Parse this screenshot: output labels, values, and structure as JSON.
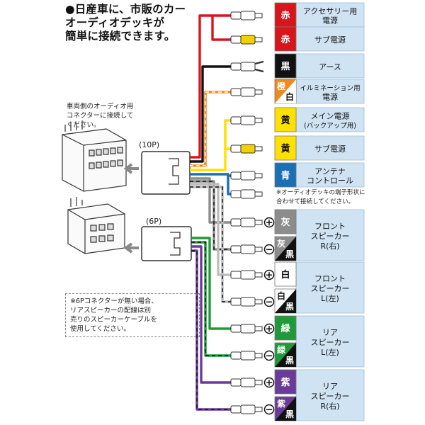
{
  "heading": {
    "lines": [
      "●日産車に、市販のカー",
      "オーディオデッキが",
      "簡単に接続できます。"
    ]
  },
  "vehicle_note": {
    "lines": [
      "車両側のオーディオ用",
      "コネクターに接続して",
      "ください。"
    ]
  },
  "connector_10p": {
    "label": "(10P)"
  },
  "connector_6p": {
    "label": "(6P)"
  },
  "rear_note": {
    "lines": [
      "※6Pコネクターが無い場合、",
      "リアスピーカーの配線は別",
      "売りのスピーカーケーブルを",
      "使用してください。"
    ]
  },
  "antenna_note": {
    "lines": [
      "※オーディオデッキの端子形状に",
      "合わせて接続してください。"
    ]
  },
  "wires": [
    {
      "color_label": "赤",
      "swatch": "#d7161b",
      "text": "#ffffff",
      "function": [
        "アクセサリー用",
        "電源"
      ]
    },
    {
      "color_label": "赤",
      "swatch": "#d7161b",
      "text": "#ffffff",
      "function": [
        "サブ電源"
      ]
    },
    {
      "color_label": "黒",
      "swatch": "#111111",
      "text": "#ffffff",
      "function": [
        "アース"
      ]
    },
    {
      "color_label_top": "橙",
      "color_label_bottom": "白",
      "swatch": "#f08a1c",
      "text": "#ffffff",
      "function": [
        "イルミネーション用",
        "電源"
      ]
    },
    {
      "color_label": "黄",
      "swatch": "#ffe100",
      "text": "#111111",
      "function": [
        "メイン電源",
        "(バックアップ用)"
      ]
    },
    {
      "color_label": "黄",
      "swatch": "#ffe100",
      "text": "#111111",
      "function": [
        "サブ電源"
      ]
    },
    {
      "color_label": "青",
      "swatch": "#1a6fb5",
      "text": "#ffffff",
      "function": [
        "アンテナ",
        "コントロール"
      ]
    },
    {
      "color_label": "灰",
      "swatch": "#8c8c8c",
      "text": "#ffffff",
      "function": []
    },
    {
      "color_label_top": "灰",
      "color_label_bottom": "黒",
      "swatch": "#8c8c8c",
      "text": "#ffffff",
      "function": []
    },
    {
      "color_label": "白",
      "swatch": "#ffffff",
      "text": "#111111",
      "function": []
    },
    {
      "color_label_top": "白",
      "color_label_bottom": "黒",
      "swatch": "#ffffff",
      "text": "#111111",
      "function": []
    },
    {
      "color_label": "緑",
      "swatch": "#1f9a3a",
      "text": "#ffffff",
      "function": []
    },
    {
      "color_label_top": "緑",
      "color_label_bottom": "黒",
      "swatch": "#1f9a3a",
      "text": "#ffffff",
      "function": []
    },
    {
      "color_label": "紫",
      "swatch": "#6a3c98",
      "text": "#ffffff",
      "function": []
    },
    {
      "color_label_top": "紫",
      "color_label_bottom": "黒",
      "swatch": "#6a3c98",
      "text": "#ffffff",
      "function": []
    }
  ],
  "speaker_groups": [
    {
      "lines": [
        "フロント",
        "スピーカー",
        "R(右)"
      ]
    },
    {
      "lines": [
        "フロント",
        "スピーカー",
        "L(左)"
      ]
    },
    {
      "lines": [
        "リア",
        "スピーカー",
        "L(左)"
      ]
    },
    {
      "lines": [
        "リア",
        "スピーカー",
        "R(右)"
      ]
    }
  ],
  "polarity": {
    "plus": "+",
    "minus": "−"
  },
  "colors": {
    "label_bg": "#cfe3f3",
    "border": "#9fbfd9"
  }
}
